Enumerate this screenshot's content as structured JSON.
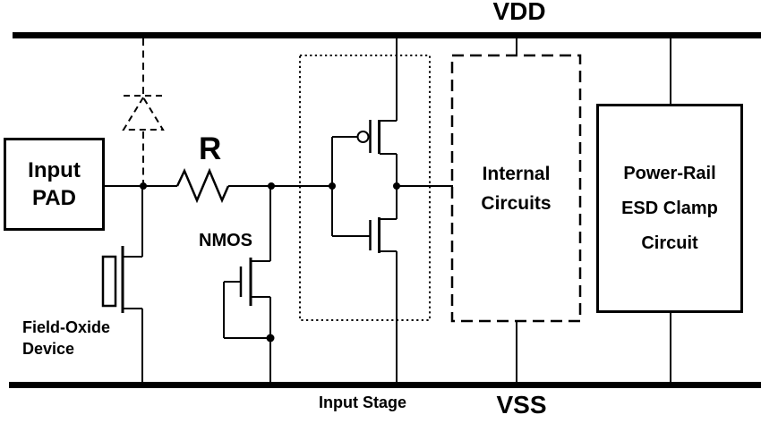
{
  "figure": {
    "background": "#ffffff",
    "ink": "#000000",
    "rails": {
      "vdd_label": "VDD",
      "vss_label": "VSS"
    },
    "input_pad": {
      "line1": "Input",
      "line2": "PAD"
    },
    "resistor_label": "R",
    "nmos_label": "NMOS",
    "field_oxide": {
      "line1": "Field-Oxide",
      "line2": "Device"
    },
    "input_stage_label": "Input Stage",
    "internal_circuits": {
      "line1": "Internal",
      "line2": "Circuits"
    },
    "esd_clamp": {
      "line1": "Power-Rail",
      "line2": "ESD Clamp",
      "line3": "Circuit"
    },
    "symbols": {
      "diode": "dashed-diode-to-vdd",
      "resistor": "series-resistor",
      "field_oxide_device": "field-oxide-nmos",
      "ggnmos": "grounded-gate-nmos",
      "inverter": "cmos-inverter"
    }
  }
}
